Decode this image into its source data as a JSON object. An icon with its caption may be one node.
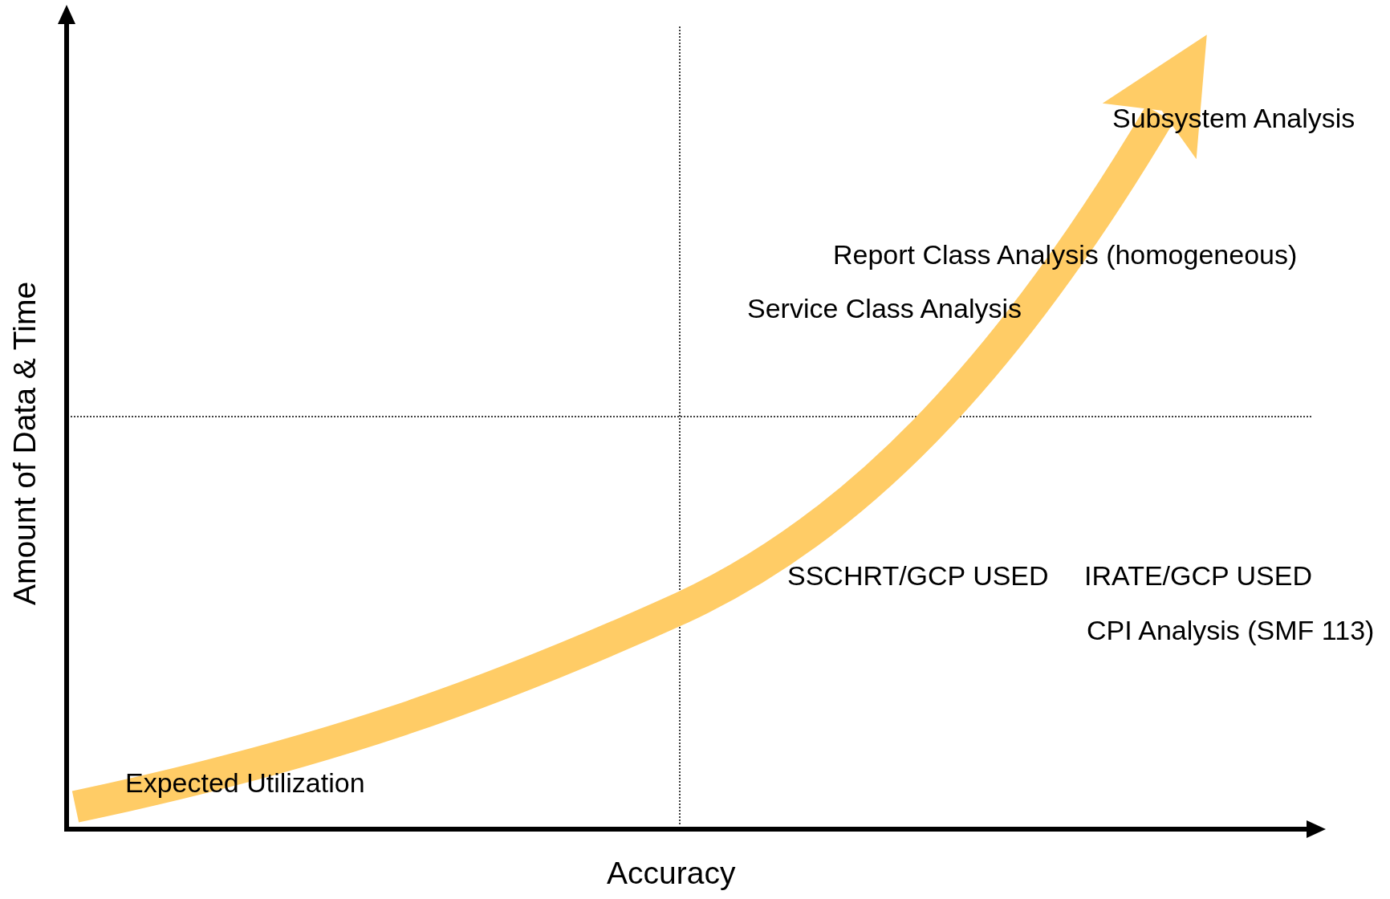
{
  "diagram": {
    "labels": [
      "Subsystem Analysis",
      "Report Class Analysis (homogeneous)",
      "Service Class Analysis",
      "Amount of Data & Time",
      "SSCHRT/GCP USED",
      "IRATE/GCP USED",
      "CPI Analysis (SMF 113)",
      "Expected Utilization",
      "Accuracy"
    ]
  }
}
